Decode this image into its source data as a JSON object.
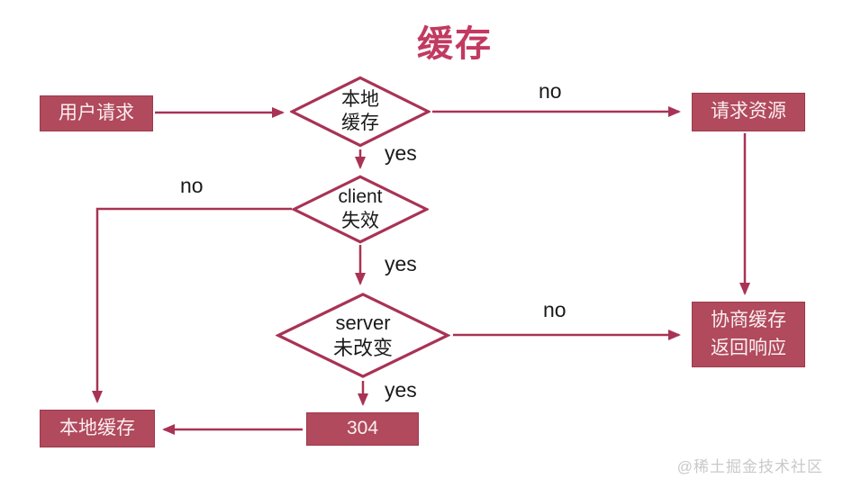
{
  "title": "缓存",
  "watermark": "@稀土掘金技术社区",
  "colors": {
    "node_fill": "#b04a5c",
    "node_text": "#fbeef1",
    "outline": "#a83355",
    "title_text": "#c23a60",
    "label_text": "#1a1a1a",
    "watermark_text": "#c9c9c9",
    "diamond_fill": "#ffffff"
  },
  "nodes": {
    "user_request": {
      "label": "用户请求"
    },
    "local_cache_check": {
      "line1": "本地",
      "line2": "缓存"
    },
    "request_resource": {
      "label": "请求资源"
    },
    "client_invalid": {
      "line1": "client",
      "line2": "失效"
    },
    "server_unchanged": {
      "line1": "server",
      "line2": "未改变"
    },
    "negotiated_cache": {
      "line1": "协商缓存",
      "line2": "返回响应"
    },
    "status_304": {
      "label": "304"
    },
    "local_cache": {
      "label": "本地缓存"
    }
  },
  "edge_labels": {
    "check_no": "no",
    "check_yes": "yes",
    "client_no": "no",
    "client_yes": "yes",
    "server_no": "no",
    "server_yes": "yes"
  }
}
